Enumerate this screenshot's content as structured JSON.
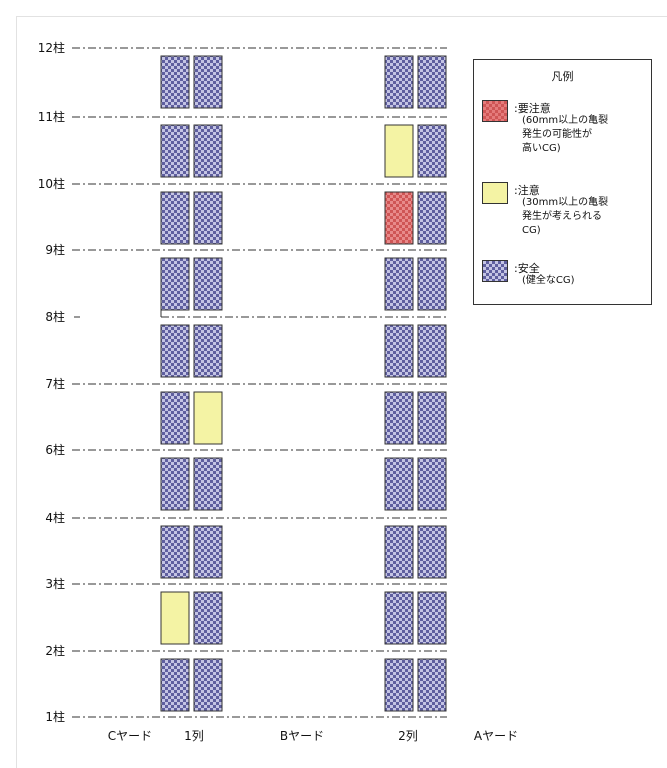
{
  "pillars": [
    "12柱",
    "11柱",
    "10柱",
    "9柱",
    "8柱",
    "7柱",
    "6柱",
    "4柱",
    "3柱",
    "2柱",
    "1柱"
  ],
  "bottom_labels": [
    "Cヤード",
    "1列",
    "Bヤード",
    "2列",
    "Aヤード"
  ],
  "legend": {
    "title": "凡例",
    "items": [
      {
        "key": "danger",
        "label": ":要注意",
        "desc": [
          "(60mm以上の亀裂",
          "発生の可能性が",
          "高いCG)"
        ]
      },
      {
        "key": "warn",
        "label": ":注意",
        "desc": [
          "(30mm以上の亀裂",
          "発生が考えられる",
          "CG)"
        ]
      },
      {
        "key": "safe",
        "label": ":安全",
        "desc": [
          "(健全なCG)"
        ]
      }
    ]
  },
  "colors": {
    "safe": "#5f5f9f",
    "warn": "#f4f3a4",
    "danger": "#cf5555"
  },
  "grid": {
    "rows": [
      [
        "safe",
        "safe",
        "safe",
        "safe"
      ],
      [
        "safe",
        "safe",
        "warn",
        "safe"
      ],
      [
        "safe",
        "safe",
        "danger",
        "safe"
      ],
      [
        "safe",
        "safe",
        "safe",
        "safe"
      ],
      [
        "safe",
        "safe",
        "safe",
        "safe"
      ],
      [
        "safe",
        "warn",
        "safe",
        "safe"
      ],
      [
        "safe",
        "safe",
        "safe",
        "safe"
      ],
      [
        "safe",
        "safe",
        "safe",
        "safe"
      ],
      [
        "warn",
        "safe",
        "safe",
        "safe"
      ],
      [
        "safe",
        "safe",
        "safe",
        "safe"
      ]
    ]
  }
}
